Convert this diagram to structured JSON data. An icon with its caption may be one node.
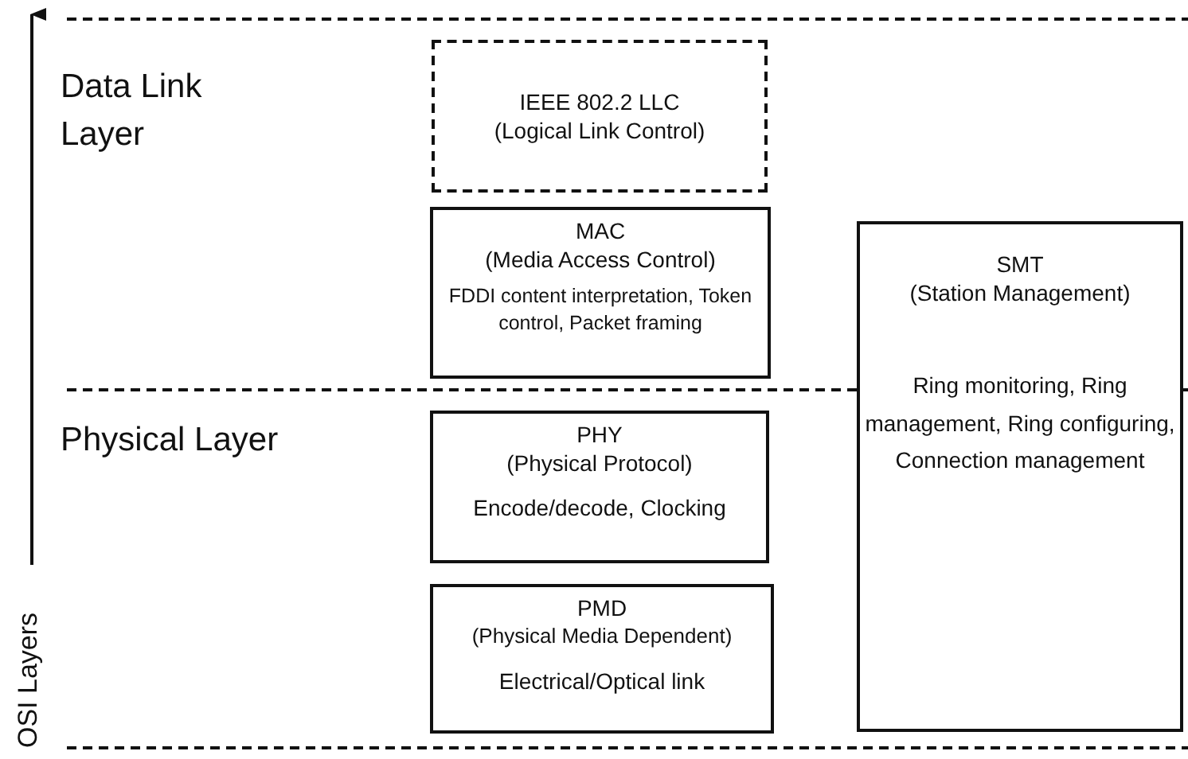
{
  "diagram": {
    "nodes": [
      {
        "text": [
          "IEEE 802.2 LLC",
          "(Logical Link Control)"
        ]
      },
      {
        "text": [
          "MAC",
          "(Media Access Control)",
          "FDDI content interpretation, Token control, Packet framing"
        ]
      },
      {
        "text": [
          "PHY",
          "(Physical Protocol)",
          "Encode/decode, Clocking"
        ]
      },
      {
        "text": [
          "PMD",
          "(Physical Media Dependent)",
          "Electrical/Optical link"
        ]
      },
      {
        "text": [
          "SMT",
          "(Station Management)",
          "Ring monitoring, Ring management, Ring configuring, Connection management"
        ]
      }
    ],
    "edges": [],
    "labels": [
      "Data Link Layer",
      "Physical Layer",
      "OSI Layers"
    ]
  }
}
